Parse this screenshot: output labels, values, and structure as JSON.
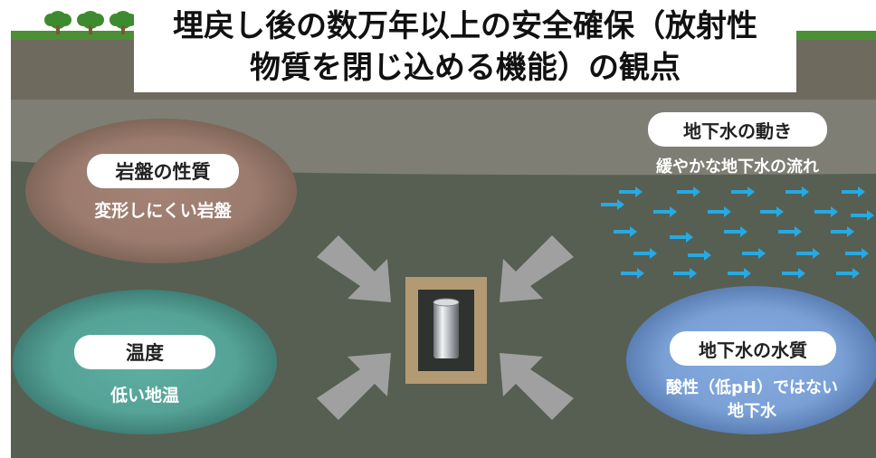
{
  "title": {
    "line1": "埋戻し後の数万年以上の安全確保（放射性",
    "line2": "物質を閉じ込める機能）の観点"
  },
  "rock": {
    "label": "岩盤の性質",
    "description": "変形しにくい岩盤"
  },
  "temperature": {
    "label": "温度",
    "description": "低い地温"
  },
  "groundwater_flow": {
    "label": "地下水の動き",
    "description": "緩やかな地下水の流れ"
  },
  "water_quality": {
    "label": "地下水の水質",
    "description_line1": "酸性（低pH）ではない",
    "description_line2": "地下水"
  },
  "colors": {
    "ground": "#565f52",
    "topsoil": "#6e6a5e",
    "rock_ellipse": "#a07f71",
    "temp_ellipse": "#5aa89c",
    "water_ellipse": "#7fa6dd",
    "flow_arrow": "#27a9e1",
    "compress_arrow": "#9e9e9e",
    "buffer": "#b39a72",
    "tree": "#3d8b2e"
  },
  "icons": [
    "tree-icon",
    "arrow-right-icon",
    "waste-canister-icon"
  ]
}
